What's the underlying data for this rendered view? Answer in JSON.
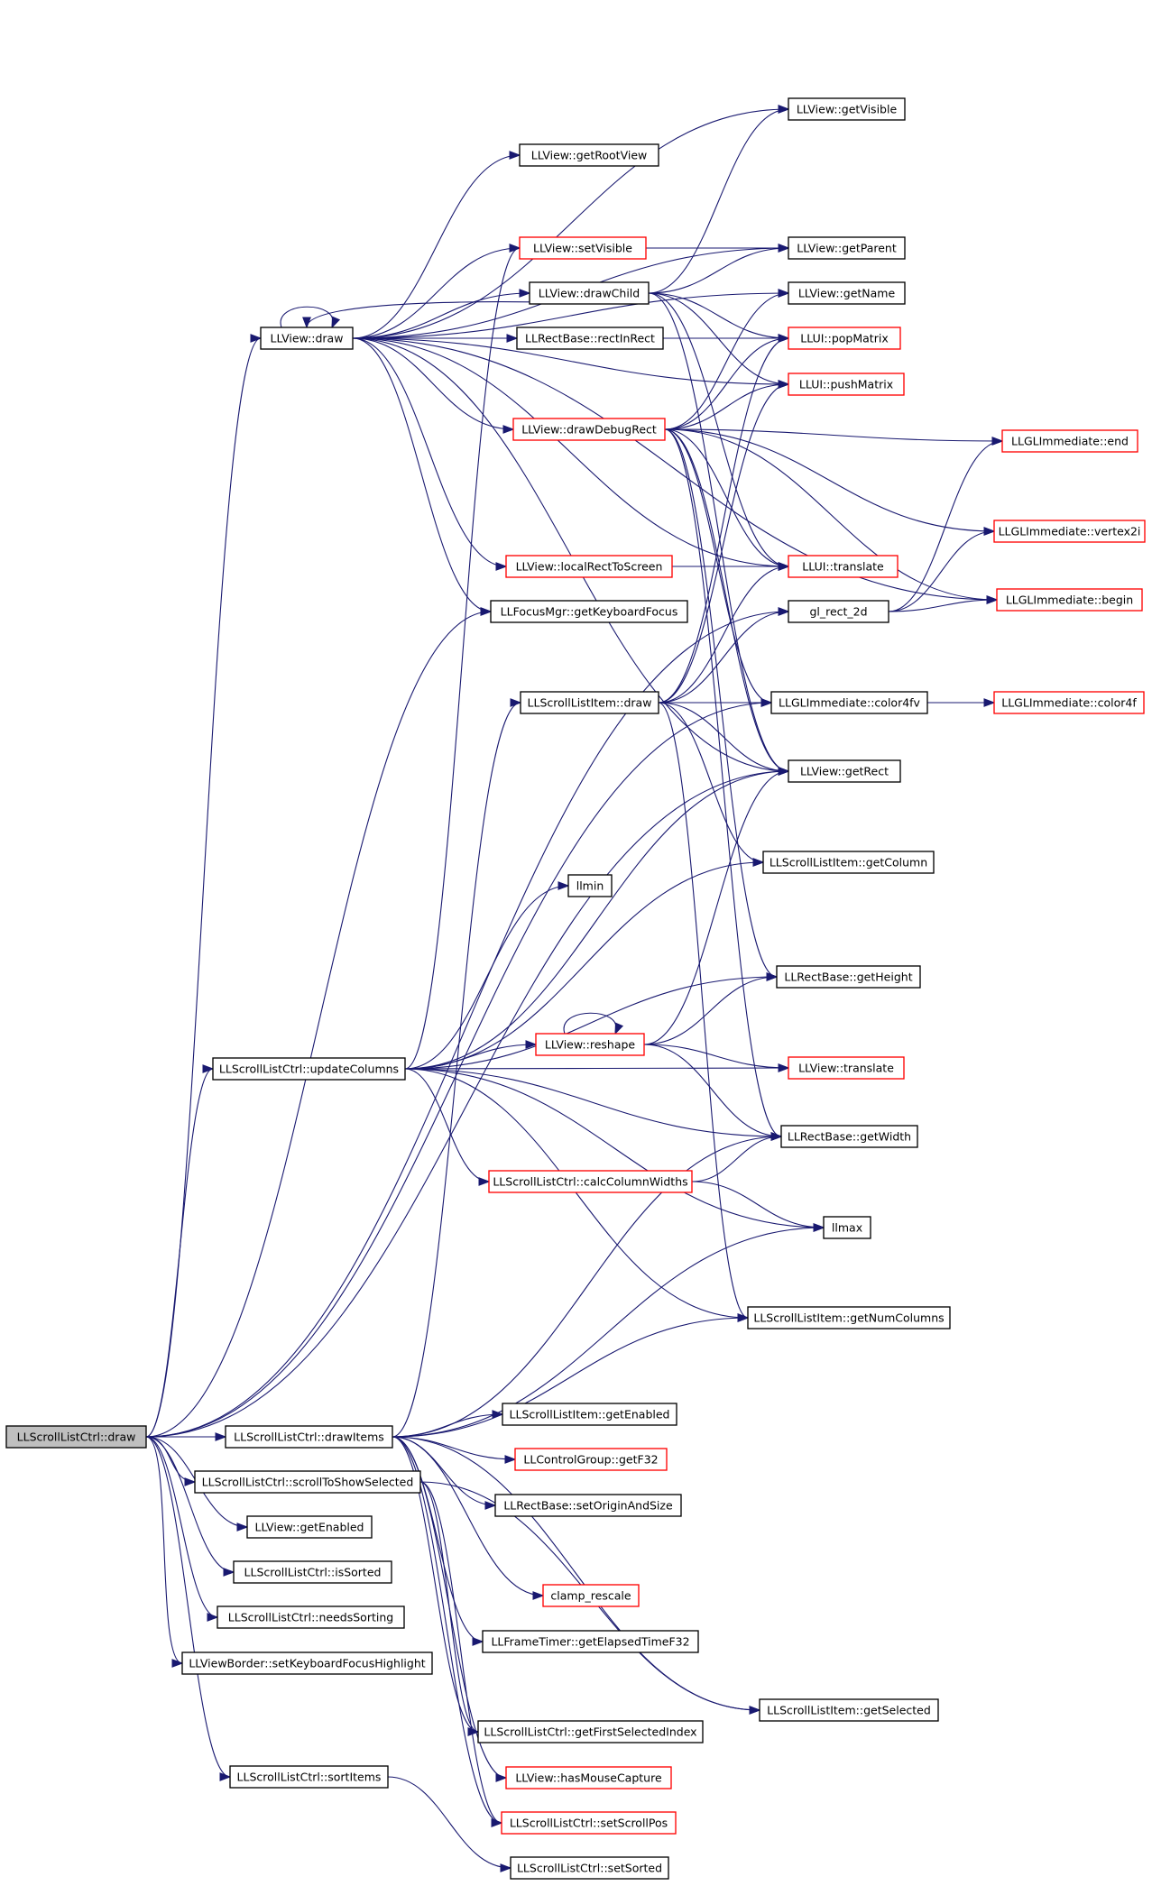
{
  "nodes": [
    {
      "id": "root",
      "label": "LLScrollListCtrl::draw",
      "style": "root"
    },
    {
      "id": "drawItems",
      "label": "LLScrollListCtrl::drawItems",
      "style": "black"
    },
    {
      "id": "scrollToShowSelected",
      "label": "LLScrollListCtrl::scrollToShowSelected",
      "style": "black"
    },
    {
      "id": "getEnabledView",
      "label": "LLView::getEnabled",
      "style": "black"
    },
    {
      "id": "isSorted",
      "label": "LLScrollListCtrl::isSorted",
      "style": "black"
    },
    {
      "id": "needsSorting",
      "label": "LLScrollListCtrl::needsSorting",
      "style": "black"
    },
    {
      "id": "setKeyboardFocusHighlight",
      "label": "LLViewBorder::setKeyboardFocusHighlight",
      "style": "black"
    },
    {
      "id": "sortItems",
      "label": "LLScrollListCtrl::sortItems",
      "style": "black"
    },
    {
      "id": "updateColumns",
      "label": "LLScrollListCtrl::updateColumns",
      "style": "black"
    },
    {
      "id": "viewDraw",
      "label": "LLView::draw",
      "style": "black"
    },
    {
      "id": "getVisible",
      "label": "LLView::getVisible",
      "style": "black"
    },
    {
      "id": "getRootView",
      "label": "LLView::getRootView",
      "style": "black"
    },
    {
      "id": "setVisible",
      "label": "LLView::setVisible",
      "style": "red"
    },
    {
      "id": "getParent",
      "label": "LLView::getParent",
      "style": "black"
    },
    {
      "id": "drawChild",
      "label": "LLView::drawChild",
      "style": "black"
    },
    {
      "id": "getName",
      "label": "LLView::getName",
      "style": "black"
    },
    {
      "id": "rectInRect",
      "label": "LLRectBase::rectInRect",
      "style": "black"
    },
    {
      "id": "popMatrix",
      "label": "LLUI::popMatrix",
      "style": "red"
    },
    {
      "id": "pushMatrix",
      "label": "LLUI::pushMatrix",
      "style": "red"
    },
    {
      "id": "drawDebugRect",
      "label": "LLView::drawDebugRect",
      "style": "red"
    },
    {
      "id": "glEnd",
      "label": "LLGLImmediate::end",
      "style": "red"
    },
    {
      "id": "vertex2i",
      "label": "LLGLImmediate::vertex2i",
      "style": "red"
    },
    {
      "id": "localRectToScreen",
      "label": "LLView::localRectToScreen",
      "style": "red"
    },
    {
      "id": "uiTranslate",
      "label": "LLUI::translate",
      "style": "red"
    },
    {
      "id": "glRect2d",
      "label": "gl_rect_2d",
      "style": "black"
    },
    {
      "id": "glBegin",
      "label": "LLGLImmediate::begin",
      "style": "red"
    },
    {
      "id": "getKeyboardFocus",
      "label": "LLFocusMgr::getKeyboardFocus",
      "style": "black"
    },
    {
      "id": "itemDraw",
      "label": "LLScrollListItem::draw",
      "style": "black"
    },
    {
      "id": "color4fv",
      "label": "LLGLImmediate::color4fv",
      "style": "black"
    },
    {
      "id": "color4f",
      "label": "LLGLImmediate::color4f",
      "style": "red"
    },
    {
      "id": "getRect",
      "label": "LLView::getRect",
      "style": "black"
    },
    {
      "id": "getColumn",
      "label": "LLScrollListItem::getColumn",
      "style": "black"
    },
    {
      "id": "llmin",
      "label": "llmin",
      "style": "black"
    },
    {
      "id": "getHeight",
      "label": "LLRectBase::getHeight",
      "style": "black"
    },
    {
      "id": "reshape",
      "label": "LLView::reshape",
      "style": "red"
    },
    {
      "id": "viewTranslate",
      "label": "LLView::translate",
      "style": "red"
    },
    {
      "id": "getWidth",
      "label": "LLRectBase::getWidth",
      "style": "black"
    },
    {
      "id": "calcColumnWidths",
      "label": "LLScrollListCtrl::calcColumnWidths",
      "style": "red"
    },
    {
      "id": "llmax",
      "label": "llmax",
      "style": "black"
    },
    {
      "id": "getNumColumns",
      "label": "LLScrollListItem::getNumColumns",
      "style": "black"
    },
    {
      "id": "itemGetEnabled",
      "label": "LLScrollListItem::getEnabled",
      "style": "black"
    },
    {
      "id": "getF32",
      "label": "LLControlGroup::getF32",
      "style": "red"
    },
    {
      "id": "setOriginAndSize",
      "label": "LLRectBase::setOriginAndSize",
      "style": "black"
    },
    {
      "id": "clampRescale",
      "label": "clamp_rescale",
      "style": "red"
    },
    {
      "id": "getElapsedTimeF32",
      "label": "LLFrameTimer::getElapsedTimeF32",
      "style": "black"
    },
    {
      "id": "getSelected",
      "label": "LLScrollListItem::getSelected",
      "style": "black"
    },
    {
      "id": "getFirstSelectedIndex",
      "label": "LLScrollListCtrl::getFirstSelectedIndex",
      "style": "black"
    },
    {
      "id": "hasMouseCapture",
      "label": "LLView::hasMouseCapture",
      "style": "red"
    },
    {
      "id": "setScrollPos",
      "label": "LLScrollListCtrl::setScrollPos",
      "style": "red"
    },
    {
      "id": "setSorted",
      "label": "LLScrollListCtrl::setSorted",
      "style": "black"
    }
  ],
  "edges": [
    [
      "root",
      "drawItems"
    ],
    [
      "root",
      "scrollToShowSelected"
    ],
    [
      "root",
      "getEnabledView"
    ],
    [
      "root",
      "isSorted"
    ],
    [
      "root",
      "needsSorting"
    ],
    [
      "root",
      "setKeyboardFocusHighlight"
    ],
    [
      "root",
      "sortItems"
    ],
    [
      "root",
      "updateColumns"
    ],
    [
      "root",
      "viewDraw"
    ],
    [
      "root",
      "getKeyboardFocus"
    ],
    [
      "root",
      "glRect2d"
    ],
    [
      "root",
      "color4fv"
    ],
    [
      "root",
      "getRect"
    ],
    [
      "viewDraw",
      "viewDraw"
    ],
    [
      "viewDraw",
      "getVisible"
    ],
    [
      "viewDraw",
      "getRootView"
    ],
    [
      "viewDraw",
      "setVisible"
    ],
    [
      "viewDraw",
      "getParent"
    ],
    [
      "viewDraw",
      "drawChild"
    ],
    [
      "viewDraw",
      "getName"
    ],
    [
      "viewDraw",
      "rectInRect"
    ],
    [
      "viewDraw",
      "popMatrix"
    ],
    [
      "viewDraw",
      "pushMatrix"
    ],
    [
      "viewDraw",
      "drawDebugRect"
    ],
    [
      "viewDraw",
      "localRectToScreen"
    ],
    [
      "viewDraw",
      "uiTranslate"
    ],
    [
      "viewDraw",
      "getKeyboardFocus"
    ],
    [
      "viewDraw",
      "getRect"
    ],
    [
      "viewDraw",
      "glBegin"
    ],
    [
      "drawChild",
      "viewDraw"
    ],
    [
      "drawChild",
      "getVisible"
    ],
    [
      "drawChild",
      "getParent"
    ],
    [
      "drawChild",
      "popMatrix"
    ],
    [
      "drawChild",
      "pushMatrix"
    ],
    [
      "drawChild",
      "uiTranslate"
    ],
    [
      "drawChild",
      "getRect"
    ],
    [
      "setVisible",
      "getParent"
    ],
    [
      "drawDebugRect",
      "glEnd"
    ],
    [
      "drawDebugRect",
      "vertex2i"
    ],
    [
      "drawDebugRect",
      "glBegin"
    ],
    [
      "drawDebugRect",
      "popMatrix"
    ],
    [
      "drawDebugRect",
      "pushMatrix"
    ],
    [
      "drawDebugRect",
      "uiTranslate"
    ],
    [
      "drawDebugRect",
      "color4fv"
    ],
    [
      "drawDebugRect",
      "getRect"
    ],
    [
      "drawDebugRect",
      "getHeight"
    ],
    [
      "drawDebugRect",
      "getWidth"
    ],
    [
      "drawDebugRect",
      "getName"
    ],
    [
      "localRectToScreen",
      "uiTranslate"
    ],
    [
      "glRect2d",
      "glEnd"
    ],
    [
      "glRect2d",
      "vertex2i"
    ],
    [
      "glRect2d",
      "glBegin"
    ],
    [
      "color4fv",
      "color4f"
    ],
    [
      "itemDraw",
      "color4fv"
    ],
    [
      "itemDraw",
      "getColumn"
    ],
    [
      "itemDraw",
      "getNumColumns"
    ],
    [
      "itemDraw",
      "getRect"
    ],
    [
      "itemDraw",
      "glRect2d"
    ],
    [
      "itemDraw",
      "popMatrix"
    ],
    [
      "itemDraw",
      "pushMatrix"
    ],
    [
      "itemDraw",
      "uiTranslate"
    ],
    [
      "updateColumns",
      "setVisible"
    ],
    [
      "updateColumns",
      "llmin"
    ],
    [
      "updateColumns",
      "getColumn"
    ],
    [
      "updateColumns",
      "getHeight"
    ],
    [
      "updateColumns",
      "reshape"
    ],
    [
      "updateColumns",
      "viewTranslate"
    ],
    [
      "updateColumns",
      "getWidth"
    ],
    [
      "updateColumns",
      "calcColumnWidths"
    ],
    [
      "updateColumns",
      "llmax"
    ],
    [
      "updateColumns",
      "getNumColumns"
    ],
    [
      "updateColumns",
      "getRect"
    ],
    [
      "reshape",
      "reshape"
    ],
    [
      "reshape",
      "getHeight"
    ],
    [
      "reshape",
      "viewTranslate"
    ],
    [
      "reshape",
      "getWidth"
    ],
    [
      "reshape",
      "getRect"
    ],
    [
      "calcColumnWidths",
      "getWidth"
    ],
    [
      "calcColumnWidths",
      "llmax"
    ],
    [
      "drawItems",
      "itemDraw"
    ],
    [
      "drawItems",
      "getWidth"
    ],
    [
      "drawItems",
      "llmax"
    ],
    [
      "drawItems",
      "itemGetEnabled"
    ],
    [
      "drawItems",
      "getF32"
    ],
    [
      "drawItems",
      "setOriginAndSize"
    ],
    [
      "drawItems",
      "clampRescale"
    ],
    [
      "drawItems",
      "getElapsedTimeF32"
    ],
    [
      "drawItems",
      "getSelected"
    ],
    [
      "drawItems",
      "getFirstSelectedIndex"
    ],
    [
      "drawItems",
      "hasMouseCapture"
    ],
    [
      "drawItems",
      "setScrollPos"
    ],
    [
      "drawItems",
      "getNumColumns"
    ],
    [
      "scrollToShowSelected",
      "getFirstSelectedIndex"
    ],
    [
      "scrollToShowSelected",
      "setScrollPos"
    ],
    [
      "scrollToShowSelected",
      "getSelected"
    ],
    [
      "sortItems",
      "setSorted"
    ]
  ]
}
